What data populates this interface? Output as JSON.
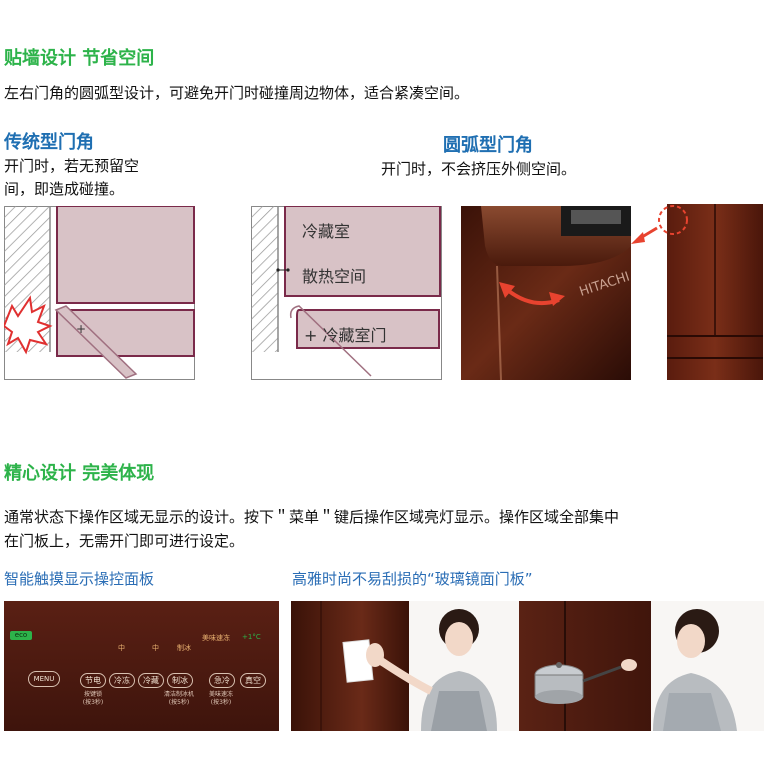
{
  "section1": {
    "title": "贴墙设计  节省空间",
    "desc": "左右门角的圆弧型设计，可避免开门时碰撞周边物体，适合紧凑空间。",
    "traditional": {
      "heading": "传统型门角",
      "line1": "开门时，若无预留空",
      "line2": "间，即造成碰撞。"
    },
    "arc": {
      "heading": "圆弧型门角",
      "desc": "开门时，不会挤压外侧空间。"
    },
    "diagram2": {
      "label_cold": "冷藏室",
      "label_space": "散热空间",
      "label_door": "冷藏室门"
    },
    "photo_brand": "HITACHI"
  },
  "section2": {
    "title": "精心设计  完美体现",
    "desc_line1": "通常状态下操作区域无显示的设计。按下＂菜单＂键后操作区域亮灯显示。操作区域全部集中",
    "desc_line2": "在门板上，无需开门即可进行设定。",
    "caption_left": "智能触摸显示操控面板",
    "caption_right": "高雅时尚不易刮损的“玻璃镜面门板”",
    "panel": {
      "eco": "eco",
      "menu": "MENU",
      "top_labels": [
        "中",
        "中",
        "制冰",
        "美味速冻",
        "+1°C"
      ],
      "buttons": [
        "节电",
        "冷冻",
        "冷藏",
        "制冰",
        "急冷",
        "真空"
      ],
      "sub_labels": [
        {
          "line1": "按键锁",
          "line2": "(按3秒)"
        },
        {
          "line1": "清洁制冰机",
          "line2": "(按5秒)"
        },
        {
          "line1": "美味速冻",
          "line2": "(按3秒)"
        }
      ]
    },
    "colors": {
      "panel_bg": "#4a1a12",
      "panel_text": "#e8b070",
      "accent_green": "#2db34a"
    }
  }
}
